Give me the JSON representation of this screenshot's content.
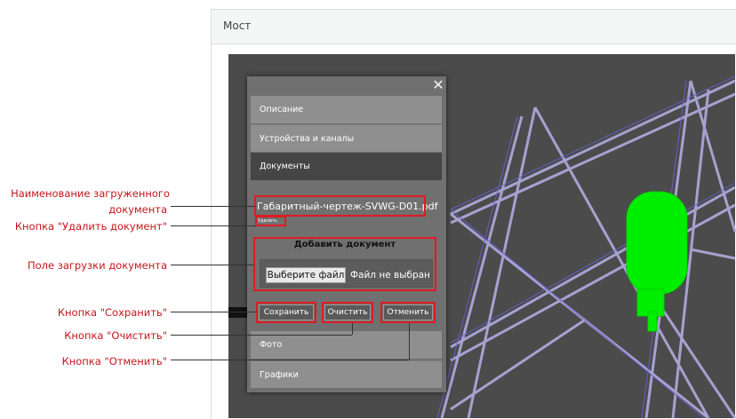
{
  "window": {
    "title": "Мост"
  },
  "panel": {
    "close_icon": "close-icon",
    "menu_top": [
      {
        "label": "Описание"
      },
      {
        "label": "Устройства и каналы"
      },
      {
        "label": "Документы"
      }
    ],
    "menu_bottom": [
      {
        "label": "Фото"
      },
      {
        "label": "Графики"
      }
    ]
  },
  "documents": {
    "uploaded_name": "Габаритный-чертеж-SVWG-D01.pdf",
    "delete_label": "Удалить",
    "add_title": "Добавить документ",
    "file_button": "Выберите файл",
    "file_status": "Файл не выбран",
    "save_label": "Сохранить",
    "clear_label": "Очистить",
    "cancel_label": "Отменить"
  },
  "annotations": {
    "doc_name_line1": "Наименование загруженного",
    "doc_name_line2": "документа",
    "delete_button": "Кнопка \"Удалить документ\"",
    "upload_field": "Поле загрузки документа",
    "save_button": "Кнопка \"Сохранить\"",
    "clear_button": "Кнопка \"Очистить\"",
    "cancel_button": "Кнопка \"Отменить\""
  },
  "colors": {
    "highlight": "#e01a22",
    "annotation_text": "#c4161c",
    "active_menu": "#454545",
    "sensor": "#00ff00"
  }
}
